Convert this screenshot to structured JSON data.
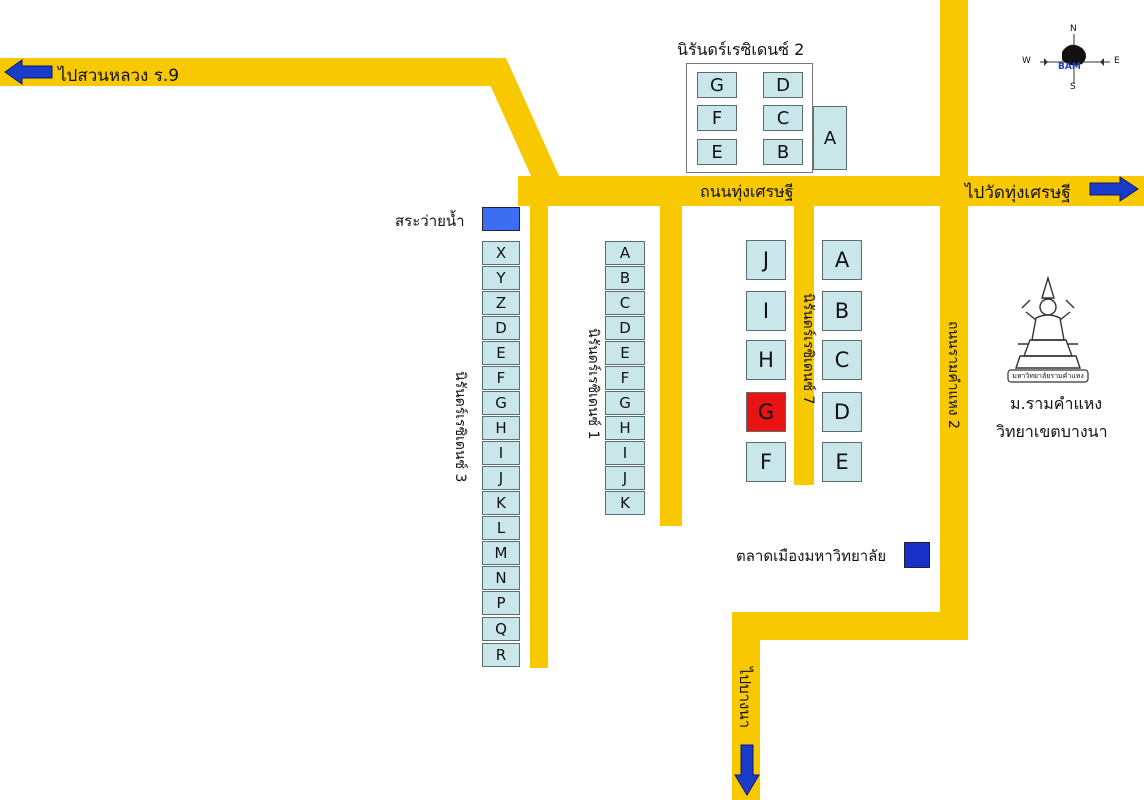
{
  "colors": {
    "road": "#f8c800",
    "block": "#c9e7ea",
    "highlight": "#e81414",
    "marker": "#1a2fc7",
    "arrow": "#1a3cc8"
  },
  "roads": {
    "main_street": "ถนนทุ่งเศรษฐี",
    "ramkhamhaeng2": "ถนนรามคำแหง 2"
  },
  "directions": {
    "to_suan_luang": "ไปสวนหลวง ร.9",
    "to_wat_thung_setthi": "ไปวัดทุ่งเศรษฐี",
    "to_bangna": "ไปบางนา"
  },
  "projects": {
    "niran_residence_2": {
      "name": "นิรันดร์เรซิเดนซ์ 2",
      "blocks": [
        "G",
        "D",
        "F",
        "C",
        "E",
        "B",
        "A"
      ]
    },
    "niran_residence_3": {
      "name": "นิรันดร์เรซิเดนซ์ 3",
      "blocks": [
        "X",
        "Y",
        "Z",
        "D",
        "E",
        "F",
        "G",
        "H",
        "I",
        "J",
        "K",
        "L",
        "M",
        "N",
        "P",
        "Q",
        "R"
      ]
    },
    "niran_residence_1": {
      "name": "นิรันดร์เรซิเดนซ์ 1",
      "blocks": [
        "A",
        "B",
        "C",
        "D",
        "E",
        "F",
        "G",
        "H",
        "I",
        "J",
        "K"
      ]
    },
    "niran_residence_7": {
      "name": "นิรันดร์เรซิเดนซ์ 7",
      "left_blocks": [
        "J",
        "I",
        "H",
        "G",
        "F"
      ],
      "right_blocks": [
        "A",
        "B",
        "C",
        "D",
        "E"
      ],
      "highlighted": "G"
    }
  },
  "landmarks": {
    "pool": "สระว่ายน้ำ",
    "market": "ตลาดเมืองมหาวิทยาลัย",
    "university_line1": "ม.รามคำแหง",
    "university_line2": "วิทยาเขตบางนา",
    "university_seal_text": "มหาวิทยาลัยรามคำแหง"
  },
  "compass": {
    "north": "N",
    "south": "S",
    "east": "E",
    "west": "W",
    "brand": "BAM"
  }
}
